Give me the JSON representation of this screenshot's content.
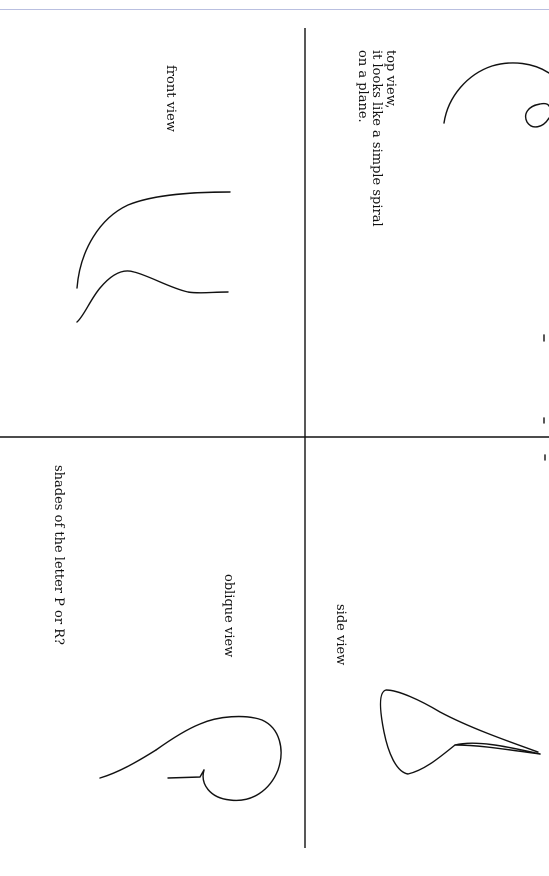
{
  "labels": {
    "top_view": [
      "top view,",
      "it looks like a simple spiral",
      "on a plane."
    ],
    "front_view": "front view",
    "side_view": "side view",
    "oblique_view": "oblique view",
    "question": "shades of the letter P or R?"
  }
}
